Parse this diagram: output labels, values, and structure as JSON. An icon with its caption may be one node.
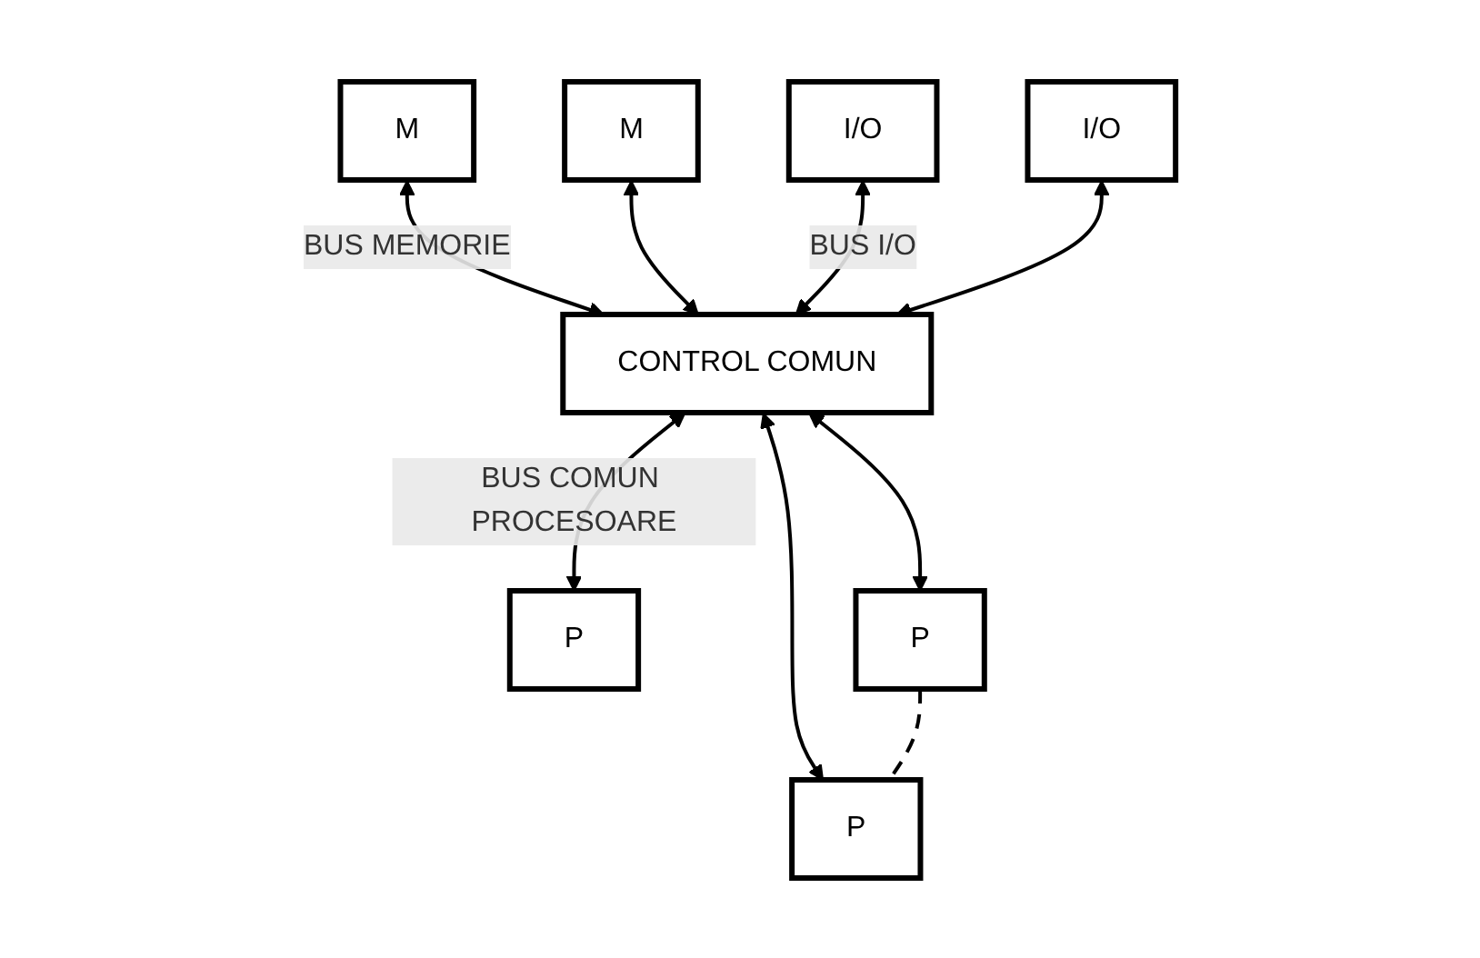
{
  "diagram": {
    "nodes": [
      {
        "text": [
          "M"
        ]
      },
      {
        "text": [
          "M"
        ]
      },
      {
        "text": [
          "I/O"
        ]
      },
      {
        "text": [
          "I/O"
        ]
      },
      {
        "text": [
          "CONTROL COMUN"
        ]
      },
      {
        "text": [
          "P"
        ]
      },
      {
        "text": [
          "P"
        ]
      },
      {
        "text": [
          "P"
        ]
      }
    ],
    "edges": [
      {
        "from": 0,
        "to": 4,
        "arrow": "both",
        "label": "BUS MEMORIE"
      },
      {
        "from": 1,
        "to": 4,
        "arrow": "both"
      },
      {
        "from": 2,
        "to": 4,
        "arrow": "both",
        "label": "BUS I/O"
      },
      {
        "from": 3,
        "to": 4,
        "arrow": "both"
      },
      {
        "from": 4,
        "to": 5,
        "arrow": "both",
        "label": "BUS COMUN PROCESOARE"
      },
      {
        "from": 4,
        "to": 6,
        "arrow": "both"
      },
      {
        "from": 4,
        "to": 7,
        "arrow": "both"
      },
      {
        "from": 6,
        "to": 7,
        "arrow": "none",
        "style": "dashed"
      }
    ]
  }
}
